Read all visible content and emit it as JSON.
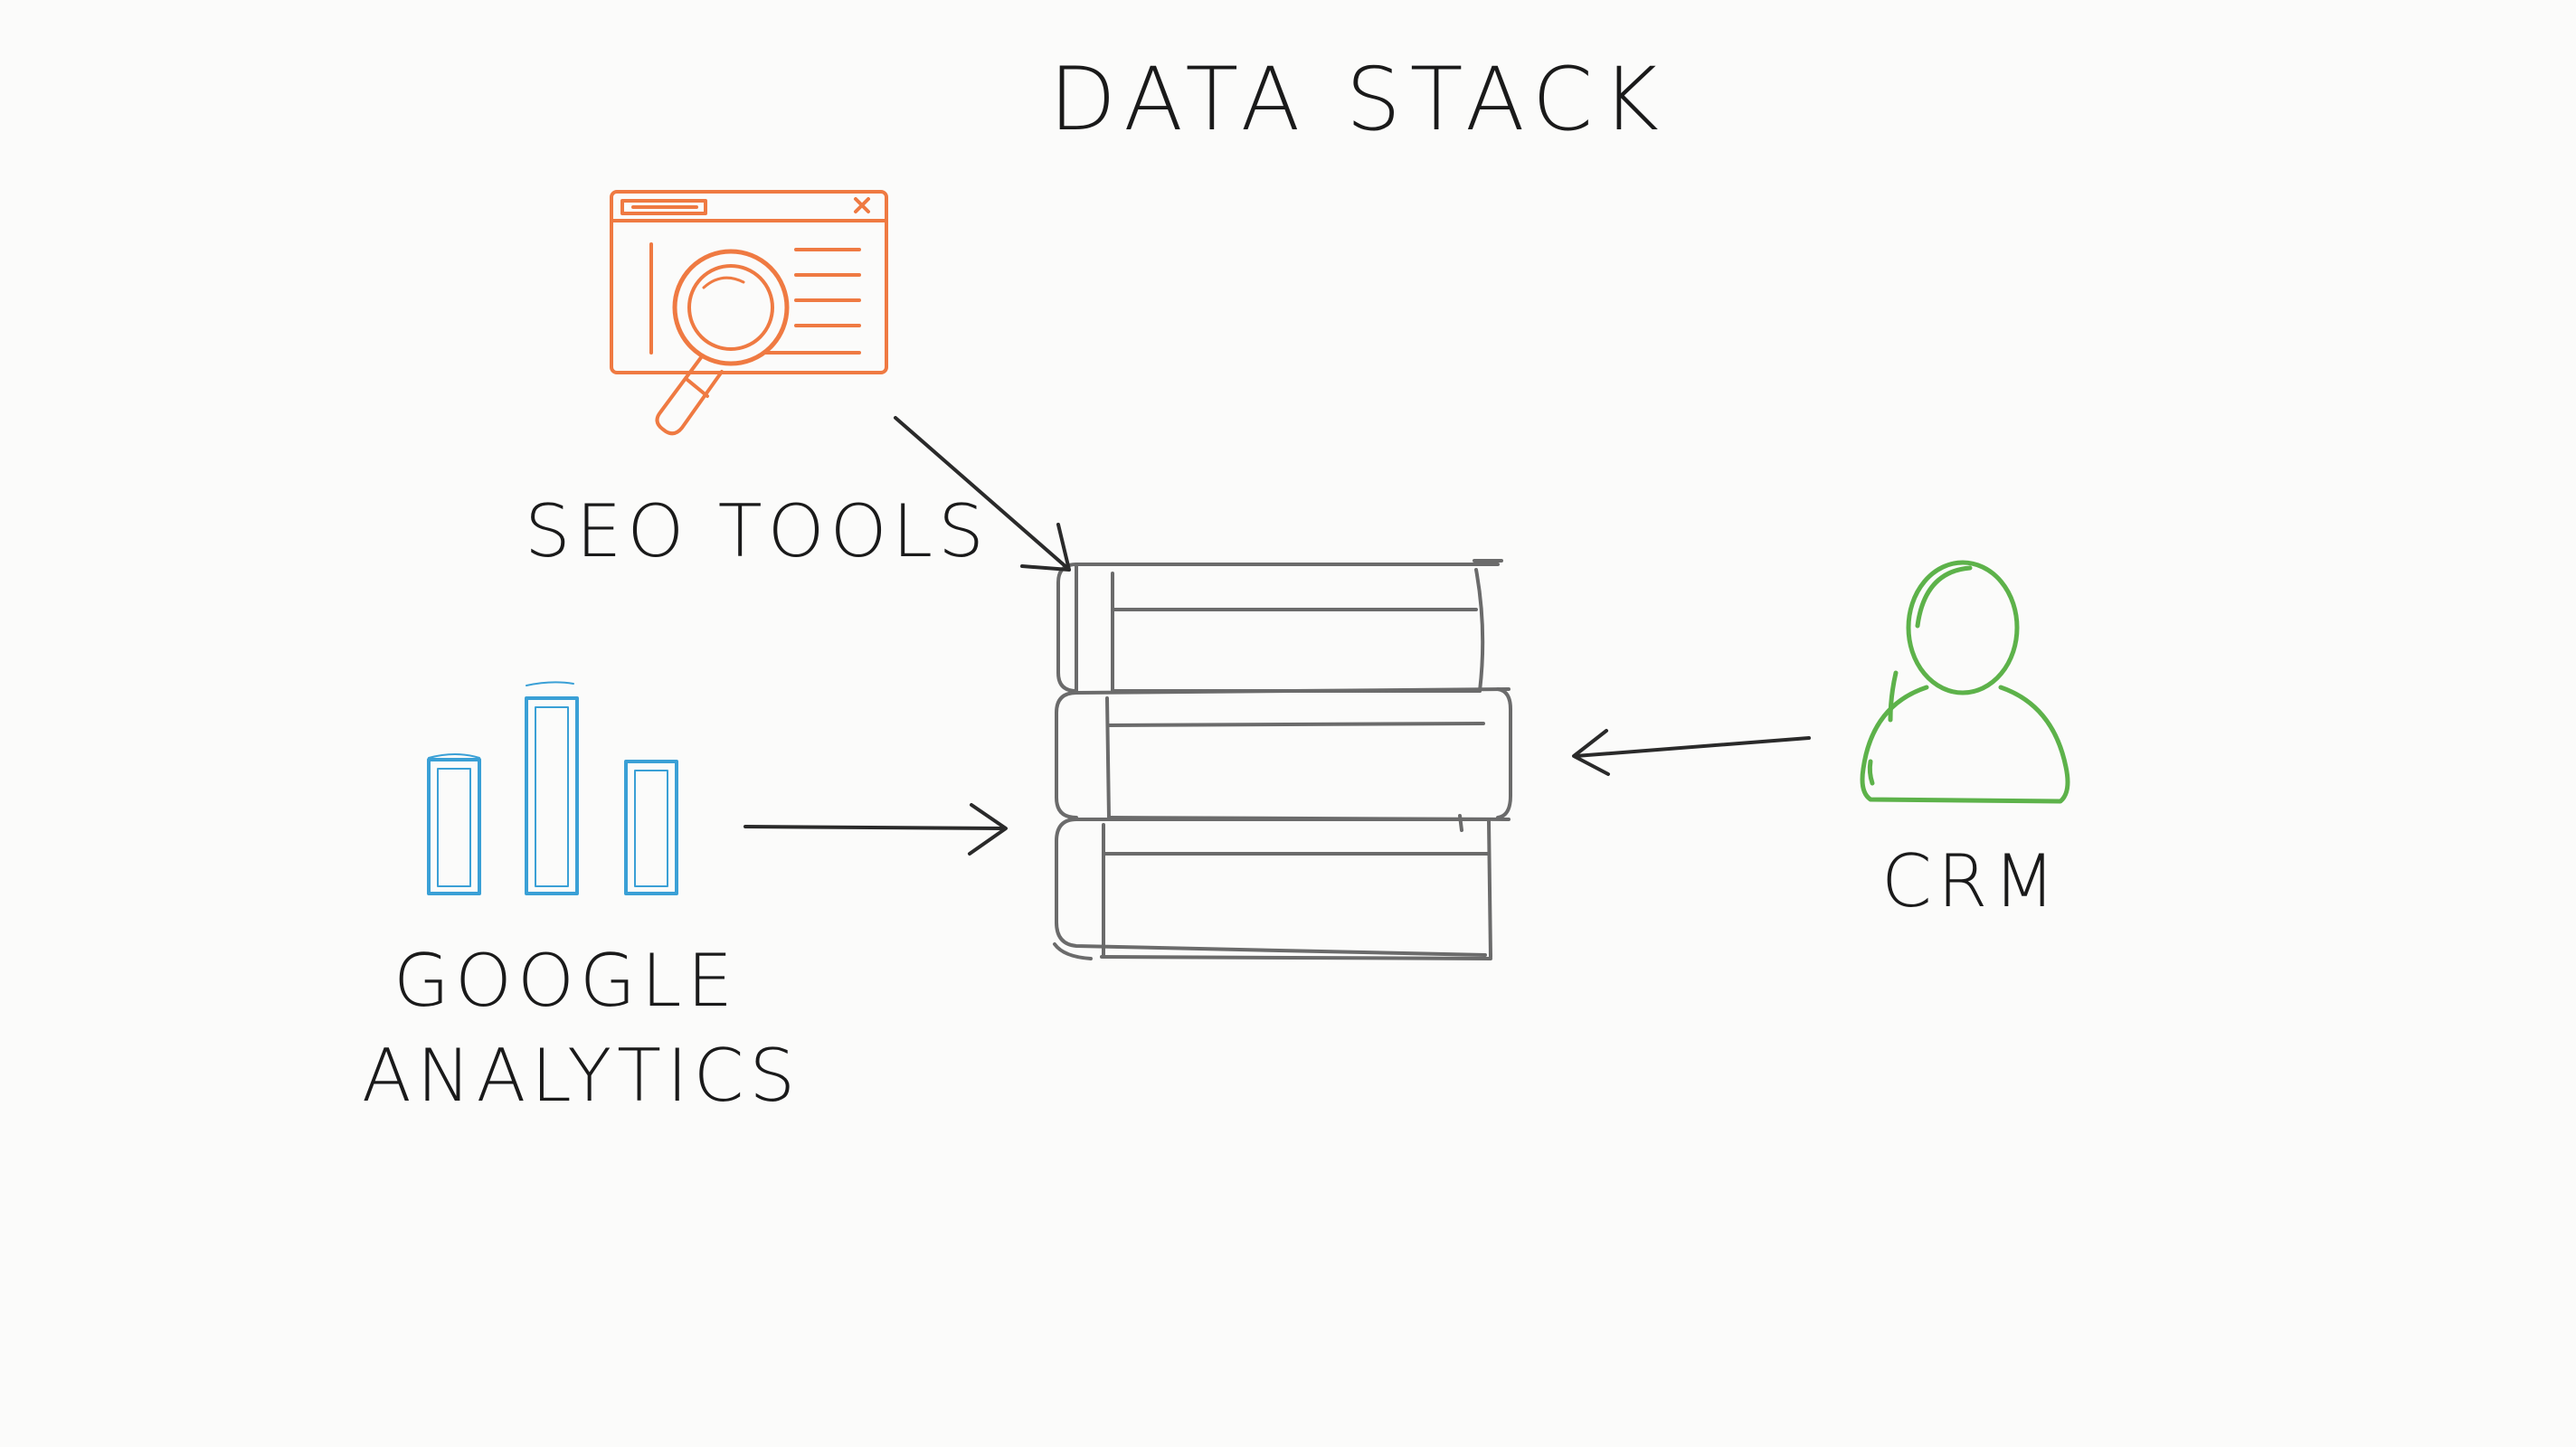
{
  "diagram": {
    "title": "DATA STACK",
    "sources": {
      "seo": {
        "label": "SEO TOOLS",
        "icon": "magnifier-browser-icon",
        "color": "#ef7a42"
      },
      "google_analytics": {
        "label_line1": "GOOGLE",
        "label_line2": "ANALYTICS",
        "icon": "bar-chart-icon",
        "color": "#3aa0d6"
      },
      "crm": {
        "label": "CRM",
        "icon": "person-icon",
        "color": "#5db24a"
      }
    },
    "hub": {
      "icon": "stacked-books-icon",
      "color": "#6b6b6b"
    },
    "stroke_color": "#2a2a2a"
  }
}
